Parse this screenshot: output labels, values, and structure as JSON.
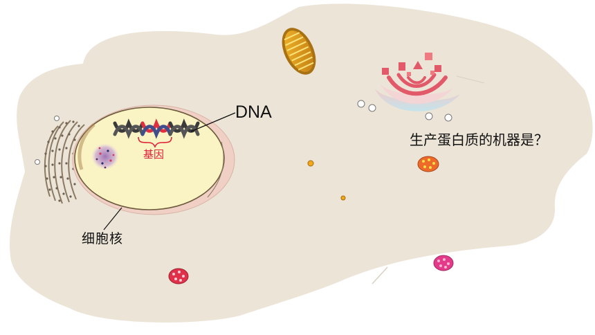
{
  "labels": {
    "dna": "DNA",
    "gene": "基因",
    "nucleus": "细胞核",
    "question": "生产蛋白质的机器是？"
  },
  "colors": {
    "cytoplasm": "#ece4d7",
    "nucleus_fill": "#faf3c4",
    "nucleus_edge": "#f0cfc4",
    "gene_red": "#e0203a",
    "dna_dark": "#3a3a3a",
    "dna_blue": "#3e4f8c"
  }
}
